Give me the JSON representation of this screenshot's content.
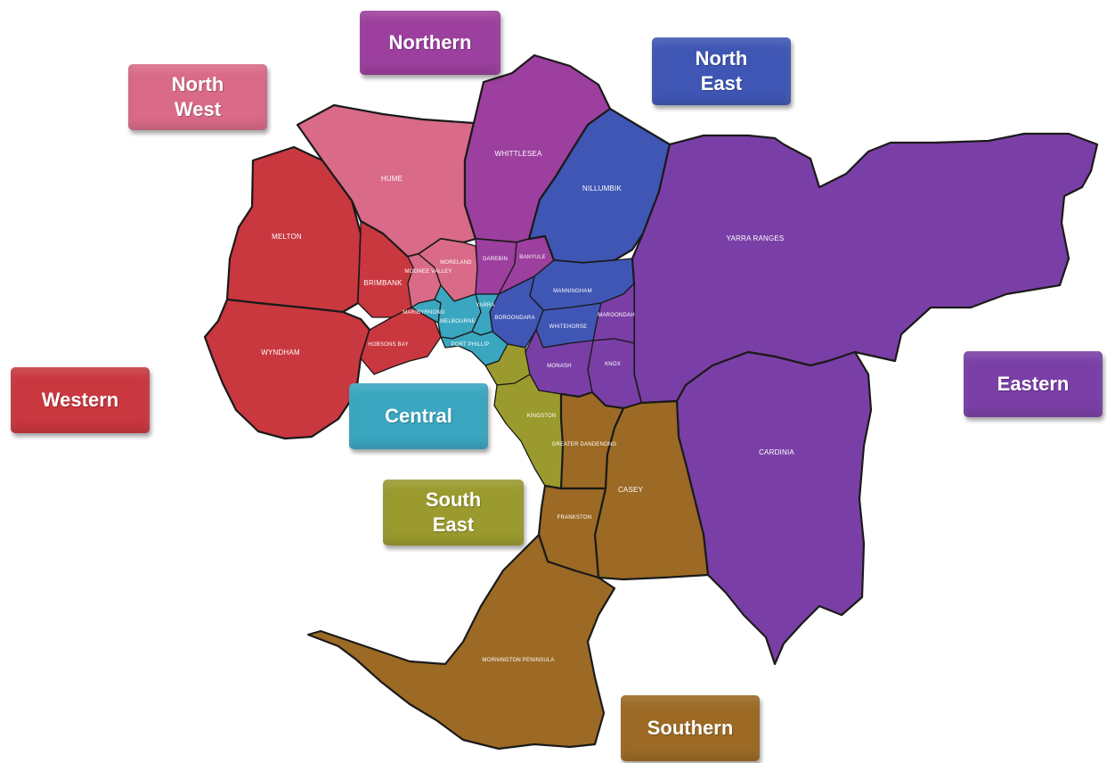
{
  "regions": {
    "northern": {
      "label": "Northern",
      "color": "#9c3f9e"
    },
    "north_east": {
      "label": "North\nEast",
      "color": "#3f56b4"
    },
    "north_west": {
      "label": "North\nWest",
      "color": "#d96a88"
    },
    "western": {
      "label": "Western",
      "color": "#c9373f"
    },
    "central": {
      "label": "Central",
      "color": "#3aa6c0"
    },
    "south_east": {
      "label": "South\nEast",
      "color": "#9b9a2e"
    },
    "eastern": {
      "label": "Eastern",
      "color": "#7a3fa6"
    },
    "southern": {
      "label": "Southern",
      "color": "#9c6a24"
    }
  },
  "lgas": {
    "hume": "HUME",
    "whittlesea": "WHITTLESEA",
    "nillumbik": "NILLUMBIK",
    "melton": "MELTON",
    "yarra_ranges": "YARRA RANGES",
    "brimbank": "BRIMBANK",
    "moonee_valley": "MOONEE VALLEY",
    "moreland": "MORELAND",
    "darebin": "DAREBIN",
    "banyule": "BANYULE",
    "manningham": "MANNINGHAM",
    "maroondah": "MAROONDAH",
    "wyndham": "WYNDHAM",
    "maribyrnong": "MARIBYRNONG",
    "melbourne": "MELBOURNE",
    "yarra": "YARRA",
    "boroondara": "BOROONDARA",
    "whitehorse": "WHITEHORSE",
    "hobsons_bay": "HOBSONS BAY",
    "port_phillip": "PORT PHILLIP",
    "knox": "KNOX",
    "monash": "MONASH",
    "kingston": "KINGSTON",
    "greater_dandenong": "GREATER DANDENONG",
    "casey": "CASEY",
    "cardinia": "CARDINIA",
    "frankston": "FRANKSTON",
    "mornington_peninsula": "MORNINGTON PENINSULA"
  }
}
